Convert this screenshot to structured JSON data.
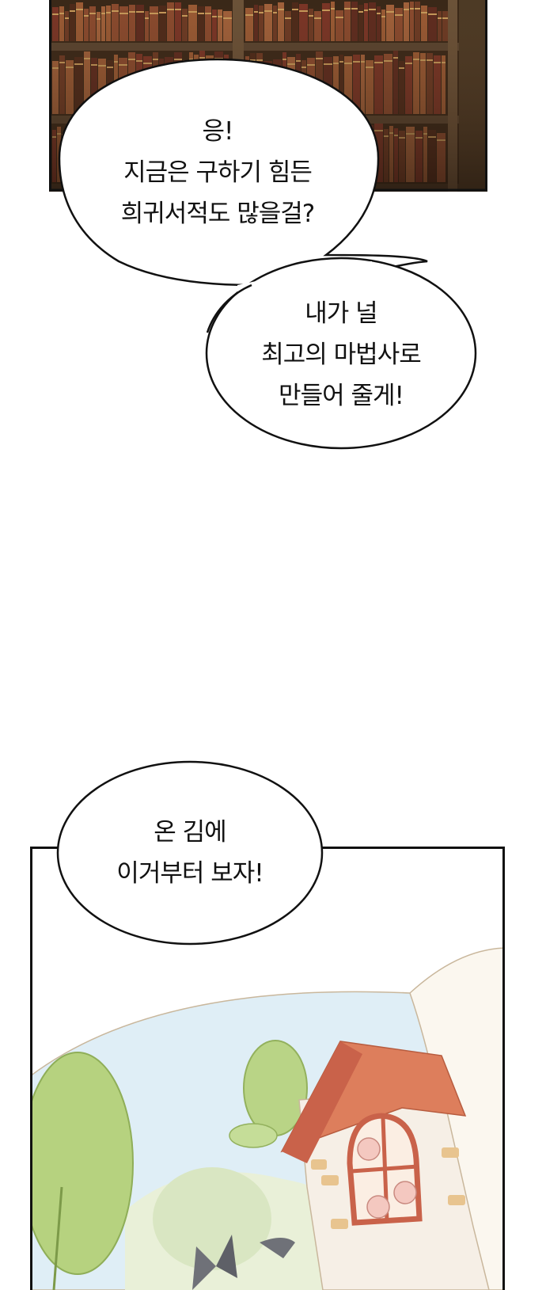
{
  "bubbles": [
    {
      "lines": [
        "응!",
        "지금은 구하기 힘든",
        "희귀서적도 많을걸?"
      ]
    },
    {
      "lines": [
        "내가 널",
        "최고의 마법사로",
        "만들어 줄게!"
      ]
    },
    {
      "lines": [
        "온 김에",
        "이거부터 보자!"
      ]
    }
  ],
  "colors": {
    "bookshelf_wood": "#3a2818",
    "book_red": "#8a3a2a",
    "sky": "#d9ecf6",
    "tree_green": "#a8c873",
    "roof": "#d8734f"
  }
}
